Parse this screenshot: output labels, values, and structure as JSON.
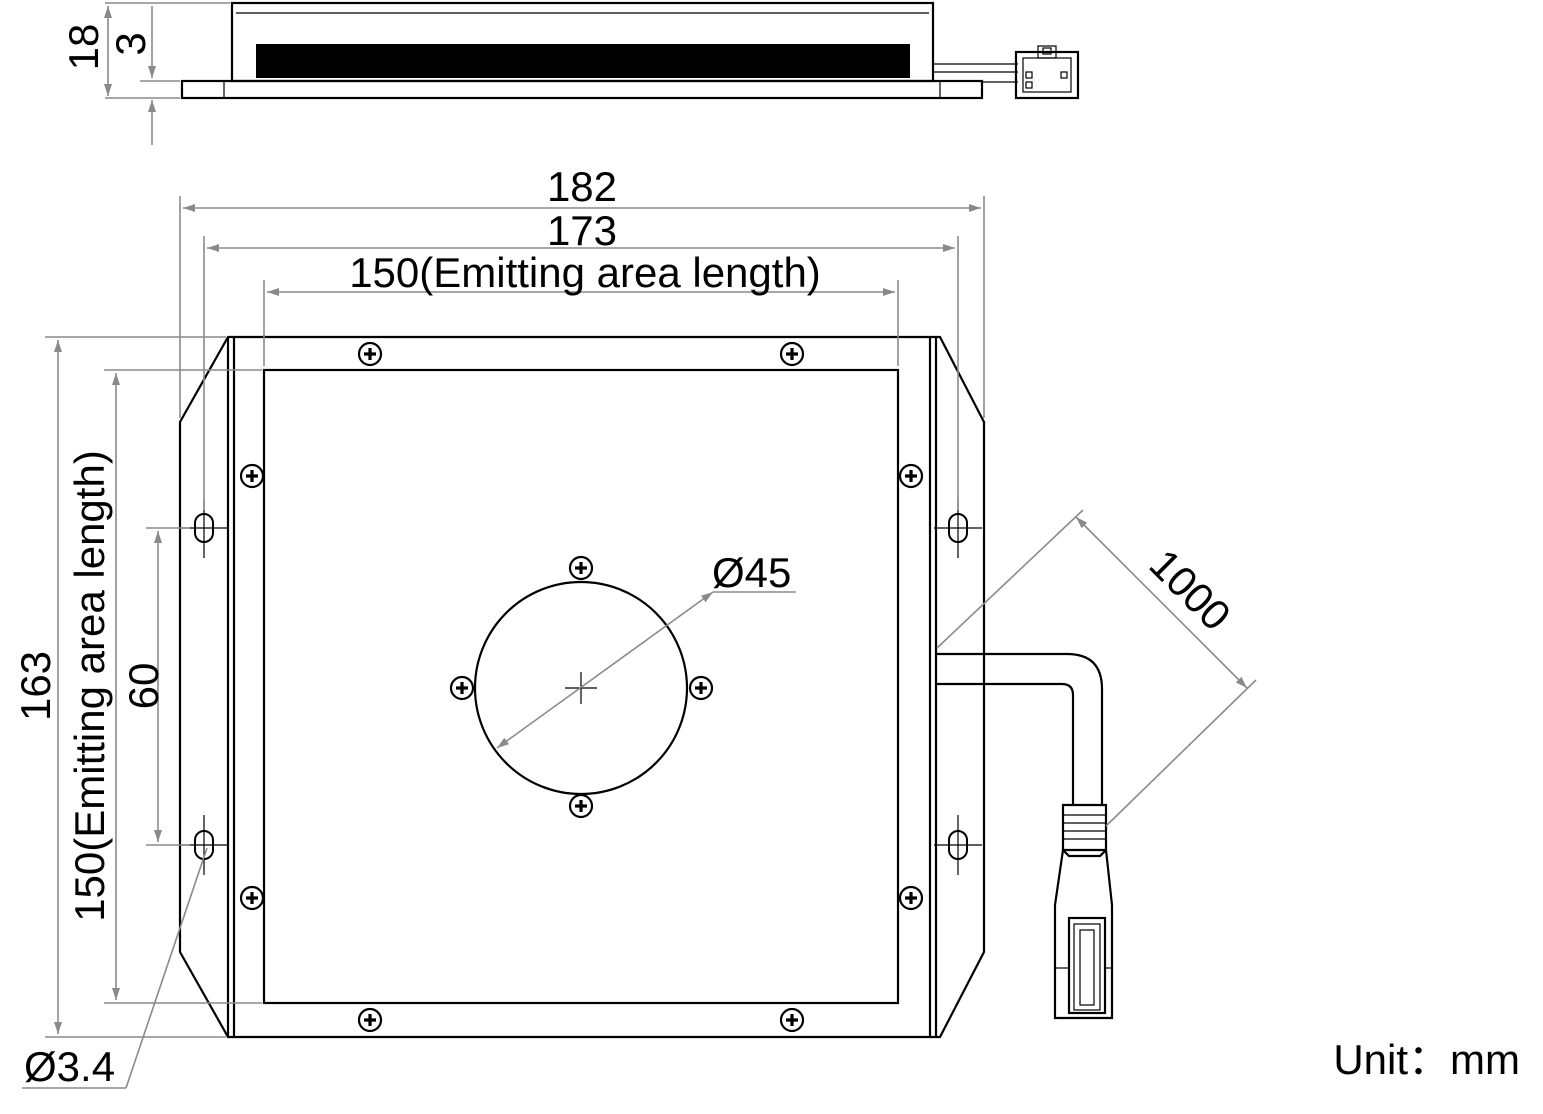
{
  "dimensions": {
    "side_height": "18",
    "side_plate": "3",
    "overall_width": "182",
    "mount_width": "173",
    "emit_width": "150(Emitting area length)",
    "overall_height": "163",
    "emit_height": "150(Emitting area length)",
    "hole_spacing": "60",
    "center_diameter": "Ø45",
    "hole_diameter": "Ø3.4",
    "cable_length": "1000"
  },
  "unit_label": "Unit：mm",
  "colors": {
    "line": "#000000",
    "dimension": "#8a8a8a",
    "background": "#ffffff"
  }
}
